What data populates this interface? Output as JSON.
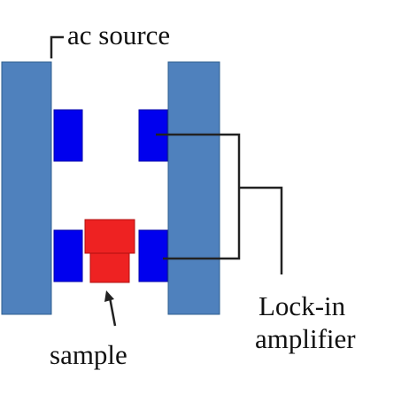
{
  "labels": {
    "ac_source": "ac source",
    "lock_in_line1": "Lock-in",
    "lock_in_line2": "amplifier",
    "sample": "sample"
  },
  "colors": {
    "plate": "#4f81bd",
    "plate_border": "#2f5f8f",
    "coil": "#0000ee",
    "coil_border": "#0000aa",
    "sample": "#ee2222",
    "sample_border": "#b01010",
    "wire": "#222222",
    "text": "#111111"
  }
}
